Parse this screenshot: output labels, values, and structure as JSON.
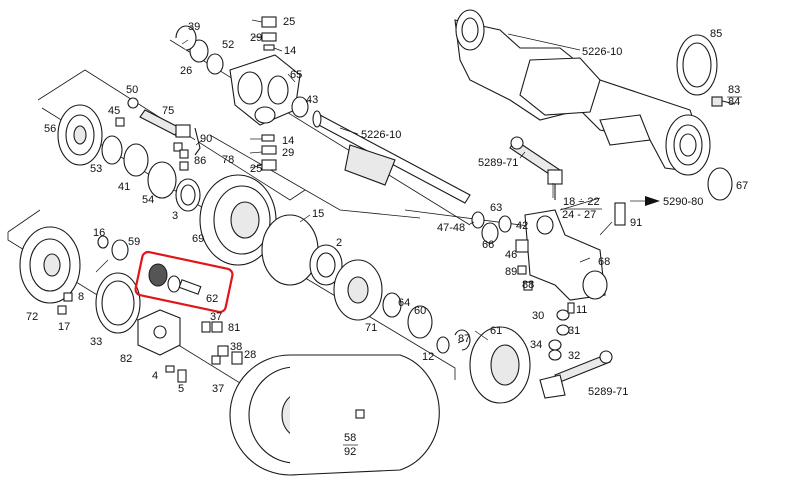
{
  "highlight_color": "#e0161b",
  "callouts": [
    {
      "id": "c39",
      "text": "39"
    },
    {
      "id": "c25a",
      "text": "25"
    },
    {
      "id": "c29a",
      "text": "29"
    },
    {
      "id": "c14a",
      "text": "14"
    },
    {
      "id": "c52",
      "text": "52"
    },
    {
      "id": "c26",
      "text": "26"
    },
    {
      "id": "c65",
      "text": "65"
    },
    {
      "id": "c43",
      "text": "43"
    },
    {
      "id": "c50",
      "text": "50"
    },
    {
      "id": "c45",
      "text": "45"
    },
    {
      "id": "c75",
      "text": "75"
    },
    {
      "id": "c56",
      "text": "56"
    },
    {
      "id": "c90",
      "text": "90"
    },
    {
      "id": "c14b",
      "text": "14"
    },
    {
      "id": "c29b",
      "text": "29"
    },
    {
      "id": "c25b",
      "text": "25"
    },
    {
      "id": "c53",
      "text": "53"
    },
    {
      "id": "c41",
      "text": "41"
    },
    {
      "id": "c86",
      "text": "86"
    },
    {
      "id": "c78",
      "text": "78"
    },
    {
      "id": "c54",
      "text": "54"
    },
    {
      "id": "c3",
      "text": "3"
    },
    {
      "id": "c69",
      "text": "69"
    },
    {
      "id": "c15",
      "text": "15"
    },
    {
      "id": "c2",
      "text": "2"
    },
    {
      "id": "c16",
      "text": "16"
    },
    {
      "id": "c59",
      "text": "59"
    },
    {
      "id": "c72",
      "text": "72"
    },
    {
      "id": "c8",
      "text": "8"
    },
    {
      "id": "c17",
      "text": "17"
    },
    {
      "id": "c33",
      "text": "33"
    },
    {
      "id": "c62",
      "text": "62"
    },
    {
      "id": "c82",
      "text": "82"
    },
    {
      "id": "c37a",
      "text": "37"
    },
    {
      "id": "c81",
      "text": "81"
    },
    {
      "id": "c38",
      "text": "38"
    },
    {
      "id": "c28",
      "text": "28"
    },
    {
      "id": "c4",
      "text": "4"
    },
    {
      "id": "c5",
      "text": "5"
    },
    {
      "id": "c37b",
      "text": "37"
    },
    {
      "id": "c71",
      "text": "71"
    },
    {
      "id": "c64",
      "text": "64"
    },
    {
      "id": "c60",
      "text": "60"
    },
    {
      "id": "c12",
      "text": "12"
    },
    {
      "id": "c87",
      "text": "87"
    },
    {
      "id": "c61",
      "text": "61"
    },
    {
      "id": "c5226a",
      "text": "5226-10"
    },
    {
      "id": "c5226b",
      "text": "5226-10"
    },
    {
      "id": "c85",
      "text": "85"
    },
    {
      "id": "c83",
      "text": "83"
    },
    {
      "id": "c84",
      "text": "84"
    },
    {
      "id": "c5289a",
      "text": "5289-71"
    },
    {
      "id": "c67",
      "text": "67"
    },
    {
      "id": "c18",
      "text": "18 ÷ 22"
    },
    {
      "id": "c24",
      "text": "24 - 27"
    },
    {
      "id": "c5290",
      "text": "5290-80"
    },
    {
      "id": "c4748",
      "text": "47-48"
    },
    {
      "id": "c63",
      "text": "63"
    },
    {
      "id": "c66",
      "text": "66"
    },
    {
      "id": "c42",
      "text": "42"
    },
    {
      "id": "c46",
      "text": "46"
    },
    {
      "id": "c91",
      "text": "91"
    },
    {
      "id": "c89",
      "text": "89"
    },
    {
      "id": "c88",
      "text": "88"
    },
    {
      "id": "c68",
      "text": "68"
    },
    {
      "id": "c30",
      "text": "30"
    },
    {
      "id": "c11",
      "text": "11"
    },
    {
      "id": "c31",
      "text": "31"
    },
    {
      "id": "c34",
      "text": "34"
    },
    {
      "id": "c32",
      "text": "32"
    },
    {
      "id": "c5289b",
      "text": "5289-71"
    },
    {
      "id": "c58",
      "text": "58"
    },
    {
      "id": "c92",
      "text": "92"
    }
  ]
}
